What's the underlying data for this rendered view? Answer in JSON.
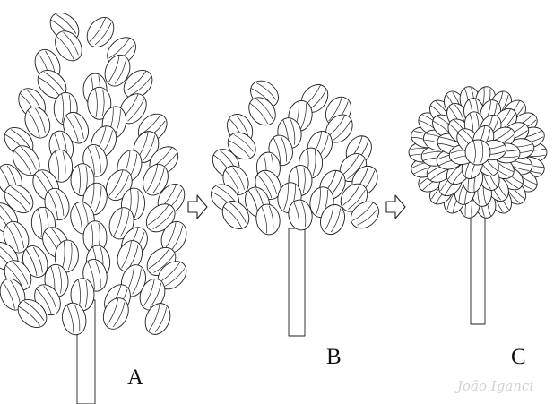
{
  "figure": {
    "panels": [
      {
        "id": "A",
        "label": "A"
      },
      {
        "id": "B",
        "label": "B"
      },
      {
        "id": "C",
        "label": "C"
      }
    ],
    "signature": "João Iganci",
    "colors": {
      "line": "#1e1e1e",
      "fill": "#ffffff",
      "signature": "#d2d2d2"
    }
  }
}
